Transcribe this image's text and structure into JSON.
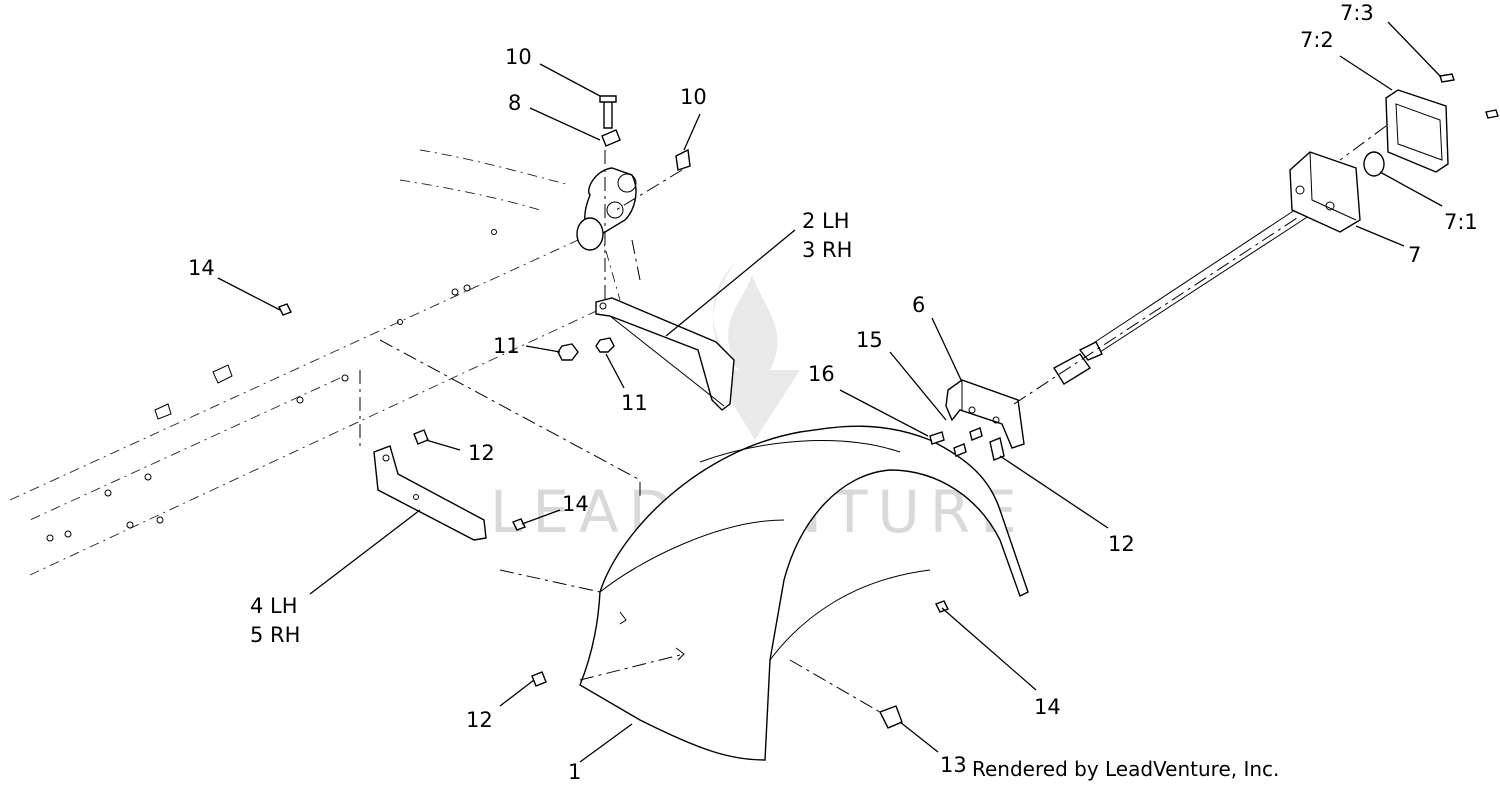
{
  "watermark": {
    "brand": "LEADVENTURE"
  },
  "footer": {
    "credit": "Rendered by LeadVenture, Inc."
  },
  "callouts": {
    "c1": "1",
    "c2": "2 LH",
    "c3": "3 RH",
    "c4": "4 LH",
    "c5": "5 RH",
    "c6": "6",
    "c7": "7",
    "c7_1": "7:1",
    "c7_2": "7:2",
    "c7_3": "7:3",
    "c8": "8",
    "c10a": "10",
    "c10b": "10",
    "c11a": "11",
    "c11b": "11",
    "c12a": "12",
    "c12b": "12",
    "c12c": "12",
    "c13": "13",
    "c14a": "14",
    "c14b": "14",
    "c14c": "14",
    "c15": "15",
    "c16": "16"
  }
}
